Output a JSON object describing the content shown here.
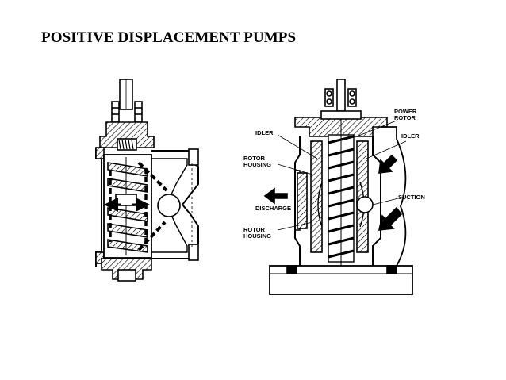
{
  "title": "POSITIVE DISPLACEMENT PUMPS",
  "labels": {
    "power_rotor_1": "POWER",
    "power_rotor_2": "ROTOR",
    "idler_left": "IDLER",
    "idler_right": "IDLER",
    "rotor_housing_top_1": "ROTOR",
    "rotor_housing_top_2": "HOUSING",
    "discharge": "DISCHARGE",
    "suction": "SUCTION",
    "rotor_housing_bottom_1": "ROTOR",
    "rotor_housing_bottom_2": "HOUSING"
  }
}
